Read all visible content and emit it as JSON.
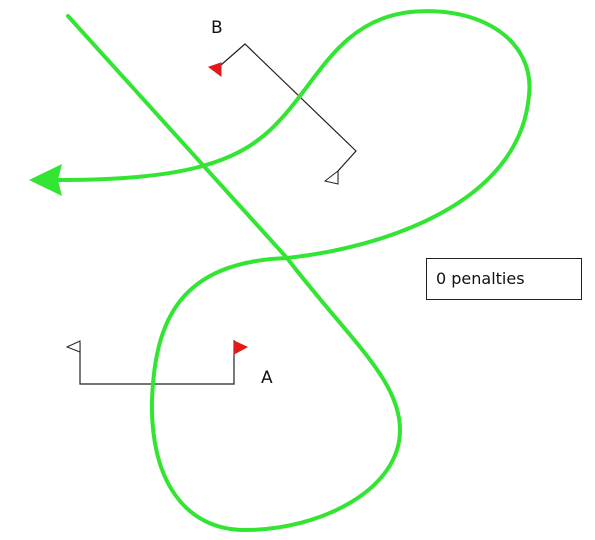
{
  "gates": {
    "a_label": "A",
    "b_label": "B"
  },
  "status": {
    "penalties_text": "0 penalties"
  },
  "colors": {
    "path": "#33e533",
    "start_flag": "#ffffff",
    "end_flag": "#e01a1a",
    "gate_line": "#222222"
  },
  "icons": {
    "gate_start": "white-flag-icon",
    "gate_end": "red-flag-icon",
    "path_head": "arrowhead-icon"
  }
}
